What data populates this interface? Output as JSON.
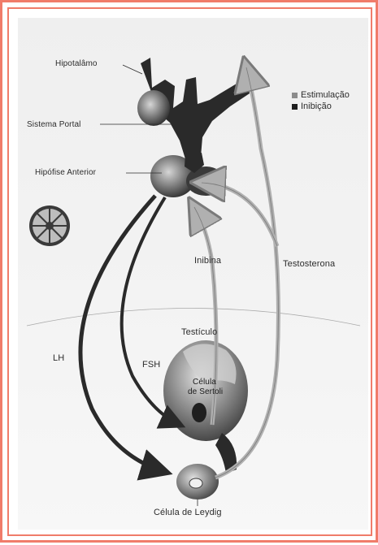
{
  "legend": {
    "stim_label": "Estimulação",
    "inhib_label": "Inibição",
    "stim_color": "#8c8c8c",
    "inhib_color": "#1e1e1e"
  },
  "labels": {
    "hypothalamus": "Hipotalâmo",
    "portal_system": "Sistema Portal",
    "anterior_pituitary": "Hipófise Anterior",
    "inhibin": "Inibina",
    "testosterone": "Testosterona",
    "testis": "Testículo",
    "lh": "LH",
    "fsh": "FSH",
    "sertoli_cell_line1": "Célula",
    "sertoli_cell_line2": "de Sertoli",
    "leydig_cell": "Célula de Leydig"
  },
  "colors": {
    "frame": "#f07c6a",
    "stimulation_arrow": "#9a9a9a",
    "inhibition_arrow": "#2a2a2a",
    "organ_shade": "#5a5a5a"
  }
}
